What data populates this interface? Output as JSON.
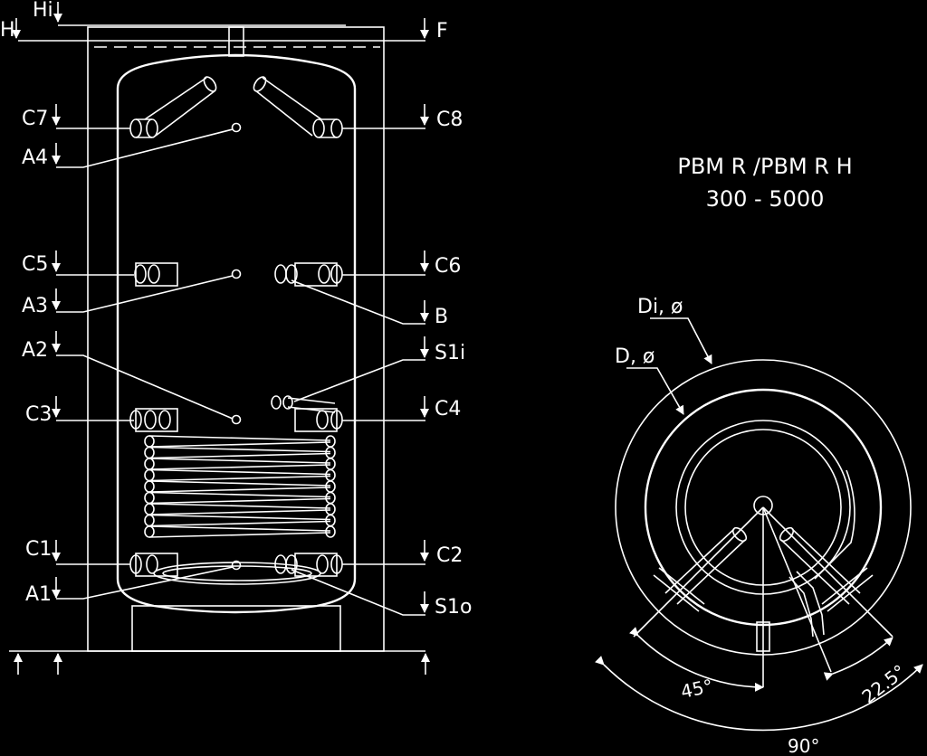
{
  "title": {
    "line1": "PBM R /PBM R H",
    "line2": "300 - 5000"
  },
  "labels": {
    "Hi": "Hi",
    "H": "H",
    "F": "F",
    "C7": "C7",
    "C8": "C8",
    "A4": "A4",
    "C5": "C5",
    "C6": "C6",
    "A3": "A3",
    "B": "B",
    "A2": "A2",
    "S1i": "S1i",
    "C3": "C3",
    "C4": "C4",
    "C1": "C1",
    "C2": "C2",
    "A1": "A1",
    "S1o": "S1o"
  },
  "plan_view": {
    "di": "Di, ø",
    "d": "D, ø",
    "angle_45": "45°",
    "angle_22_5": "22.5°",
    "angle_90": "90°"
  }
}
